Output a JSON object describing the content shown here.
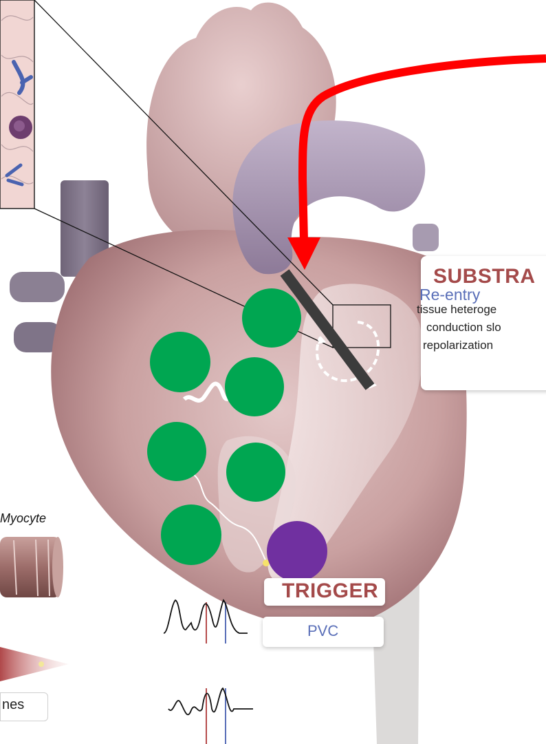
{
  "substrate": {
    "title": "SUBSTRA",
    "subtitle": "Re-entry",
    "lines": [
      "tissue heteroge",
      "conduction slo",
      "repolarization"
    ]
  },
  "trigger": {
    "title": "TRIGGER",
    "event": "PVC"
  },
  "myocyte": {
    "label": "Myocyte"
  },
  "bottom_left": {
    "label": "nes"
  },
  "colors": {
    "heart": "#c49a9a",
    "aorta": "#9d8aa5",
    "vein": "#7f7388",
    "red_arrow": "#ff0000",
    "green_cell": "#00a651",
    "purple_cell": "#7030a0",
    "block_bar": "#3c3c3c",
    "title_red": "#a44a4a",
    "subtitle_blue": "#5a6fb8"
  },
  "icons": [
    "red-arrow-icon",
    "reentry-circuit-icon",
    "trigger-spark-icon",
    "ecg-trace-icon"
  ]
}
